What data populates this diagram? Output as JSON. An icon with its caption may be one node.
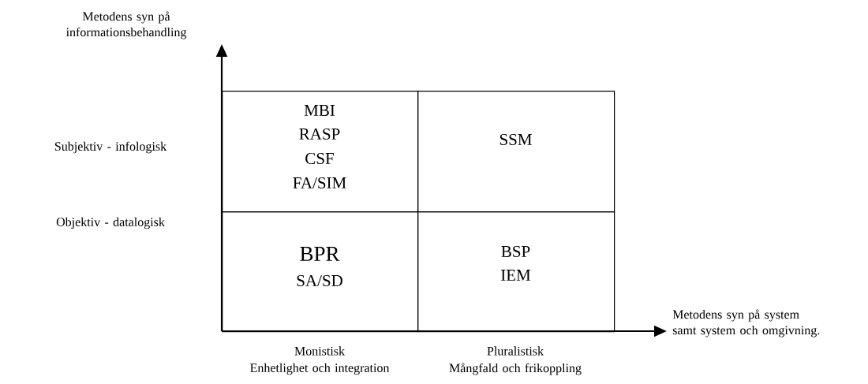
{
  "diagram": {
    "nodes": [
      {
        "text": [
          "MBI",
          "RASP",
          "CSF",
          "FA/SIM"
        ]
      },
      {
        "text": [
          "SSM"
        ]
      },
      {
        "text": [
          "BPR",
          "SA/SD"
        ]
      },
      {
        "text": [
          "BSP",
          "IEM"
        ]
      }
    ],
    "edges": [],
    "labels": [
      "Metodens syn på informationsbehandling",
      "Subjektiv - infologisk",
      "Objektiv - datalogisk",
      "Metodens syn på system samt system och omgivning.",
      "Monistisk",
      "Enhetlighet och integration",
      "Pluralistisk",
      "Mångfald och frikoppling"
    ]
  }
}
